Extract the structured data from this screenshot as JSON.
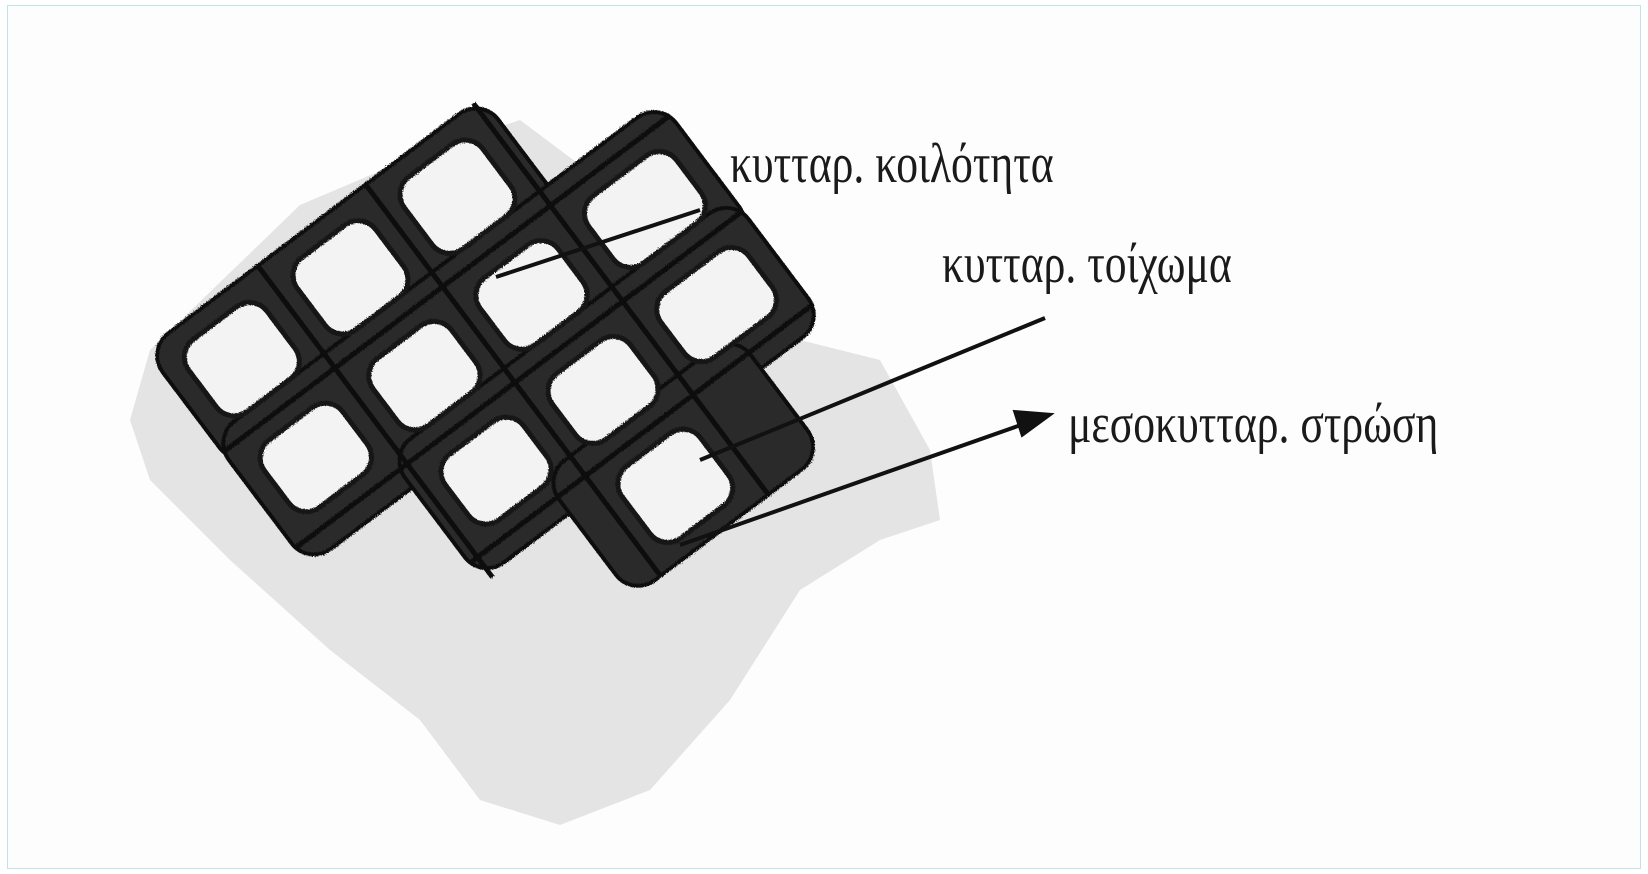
{
  "diagram": {
    "labels": {
      "cell_cavity": "κυτταρ. κοιλότητα",
      "cell_wall": "κυτταρ. τοίχωμα",
      "middle_lamella": "μεσοκυτταρ. στρώση"
    }
  }
}
